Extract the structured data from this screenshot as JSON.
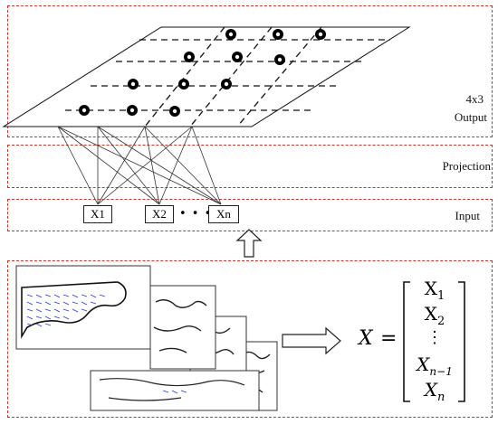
{
  "output_panel": {
    "grid_label_line1": "4x3",
    "grid_label_line2": "Output"
  },
  "projection_panel": {
    "label": "Projection"
  },
  "input_panel": {
    "label": "Input",
    "nodes": [
      "X1",
      "X2",
      "Xn"
    ],
    "ellipsis": "• • •"
  },
  "equation": {
    "lhs": "X",
    "equals": "=",
    "entries": [
      {
        "base": "X",
        "sub": "1"
      },
      {
        "base": "X",
        "sub": "2"
      },
      {
        "base": "⋮",
        "sub": ""
      },
      {
        "base": "X",
        "sub": "n−1"
      },
      {
        "base": "X",
        "sub": "n"
      }
    ]
  },
  "icons": {
    "up_arrow": "up-arrow-icon",
    "right_arrow": "right-arrow-icon"
  }
}
